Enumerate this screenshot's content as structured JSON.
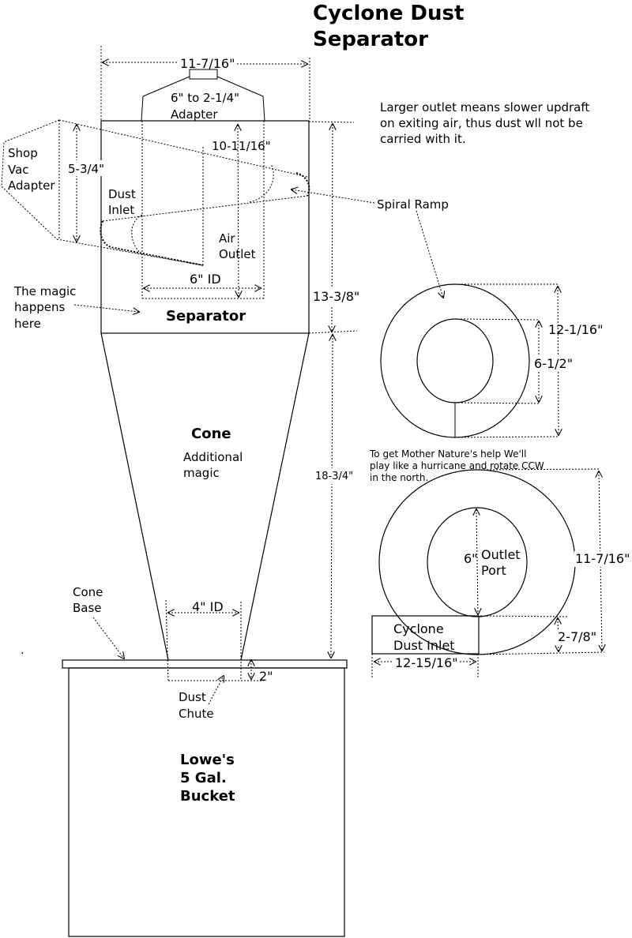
{
  "title": [
    "Cyclone Dust",
    "Separator"
  ],
  "note": [
    "Larger outlet means slower updraft",
    "on exiting air, thus dust wll not be",
    "carried with it."
  ],
  "hurricane_note": [
    "To get  Mother Nature's help We'll",
    "play like a hurricane and rotate CCW",
    "in the north."
  ],
  "labels": {
    "top_width": "11-7/16\"",
    "adapter": [
      "6\" to 2-1/4\"",
      "Adapter"
    ],
    "inlet_length": "10-11/16\"",
    "shop_vac": [
      "Shop",
      "Vac",
      "Adapter"
    ],
    "adapter_height": "5-3/4\"",
    "dust_inlet": [
      "Dust",
      "Inlet"
    ],
    "air_outlet": [
      "Air",
      "Outlet"
    ],
    "outlet_id": "6\" ID",
    "magic": [
      "The magic",
      "happens",
      "here"
    ],
    "separator": "Separator",
    "separator_height": "13-3/8\"",
    "spiral_ramp": "Spiral Ramp",
    "ring_outer": "12-1/16\"",
    "ring_inner": "6-1/2\"",
    "cone": "Cone",
    "additional_magic": [
      "Additional",
      "magic"
    ],
    "cone_height": "18-3/4\"",
    "cone_base": [
      "Cone",
      "Base"
    ],
    "cone_id": "4\" ID",
    "chute_height": "2\"",
    "dust_chute": [
      "Dust",
      "Chute"
    ],
    "bucket": [
      "Lowe's",
      "5 Gal.",
      "Bucket"
    ],
    "outlet_dim": "6\"",
    "outlet_port": [
      "Outlet",
      "Port"
    ],
    "top_diameter": "11-7/16\"",
    "cyclone_inlet": [
      "Cyclone",
      "Dust Inlet"
    ],
    "inlet_height": "2-7/8\"",
    "inlet_width": "12-15/16\"",
    "dot": "."
  }
}
